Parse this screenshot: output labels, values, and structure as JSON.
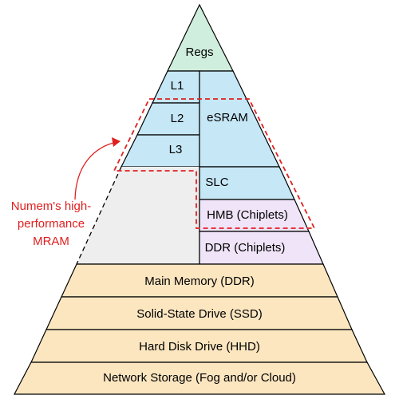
{
  "pyramid": {
    "top": "Regs",
    "cache_levels": [
      "L1",
      "L2",
      "L3"
    ],
    "esram": "eSRAM",
    "slc": "SLC",
    "hbm": "HMB (Chiplets)",
    "ddr_chiplets": "DDR (Chiplets)",
    "tiers": [
      "Main Memory (DDR)",
      "Solid-State Drive (SSD)",
      "Hard Disk Drive (HHD)",
      "Network Storage (Fog and/or Cloud)"
    ]
  },
  "annotation": {
    "lines": [
      "Numem's high-",
      "performance",
      "MRAM"
    ]
  },
  "colors": {
    "regs": "#cfeedd",
    "cache": "#c6e7f6",
    "chiplet": "#f0e4f8",
    "gray": "#eeeeee",
    "tier": "#fbe6c0",
    "highlight": "#e02020",
    "outline": "#000000"
  }
}
